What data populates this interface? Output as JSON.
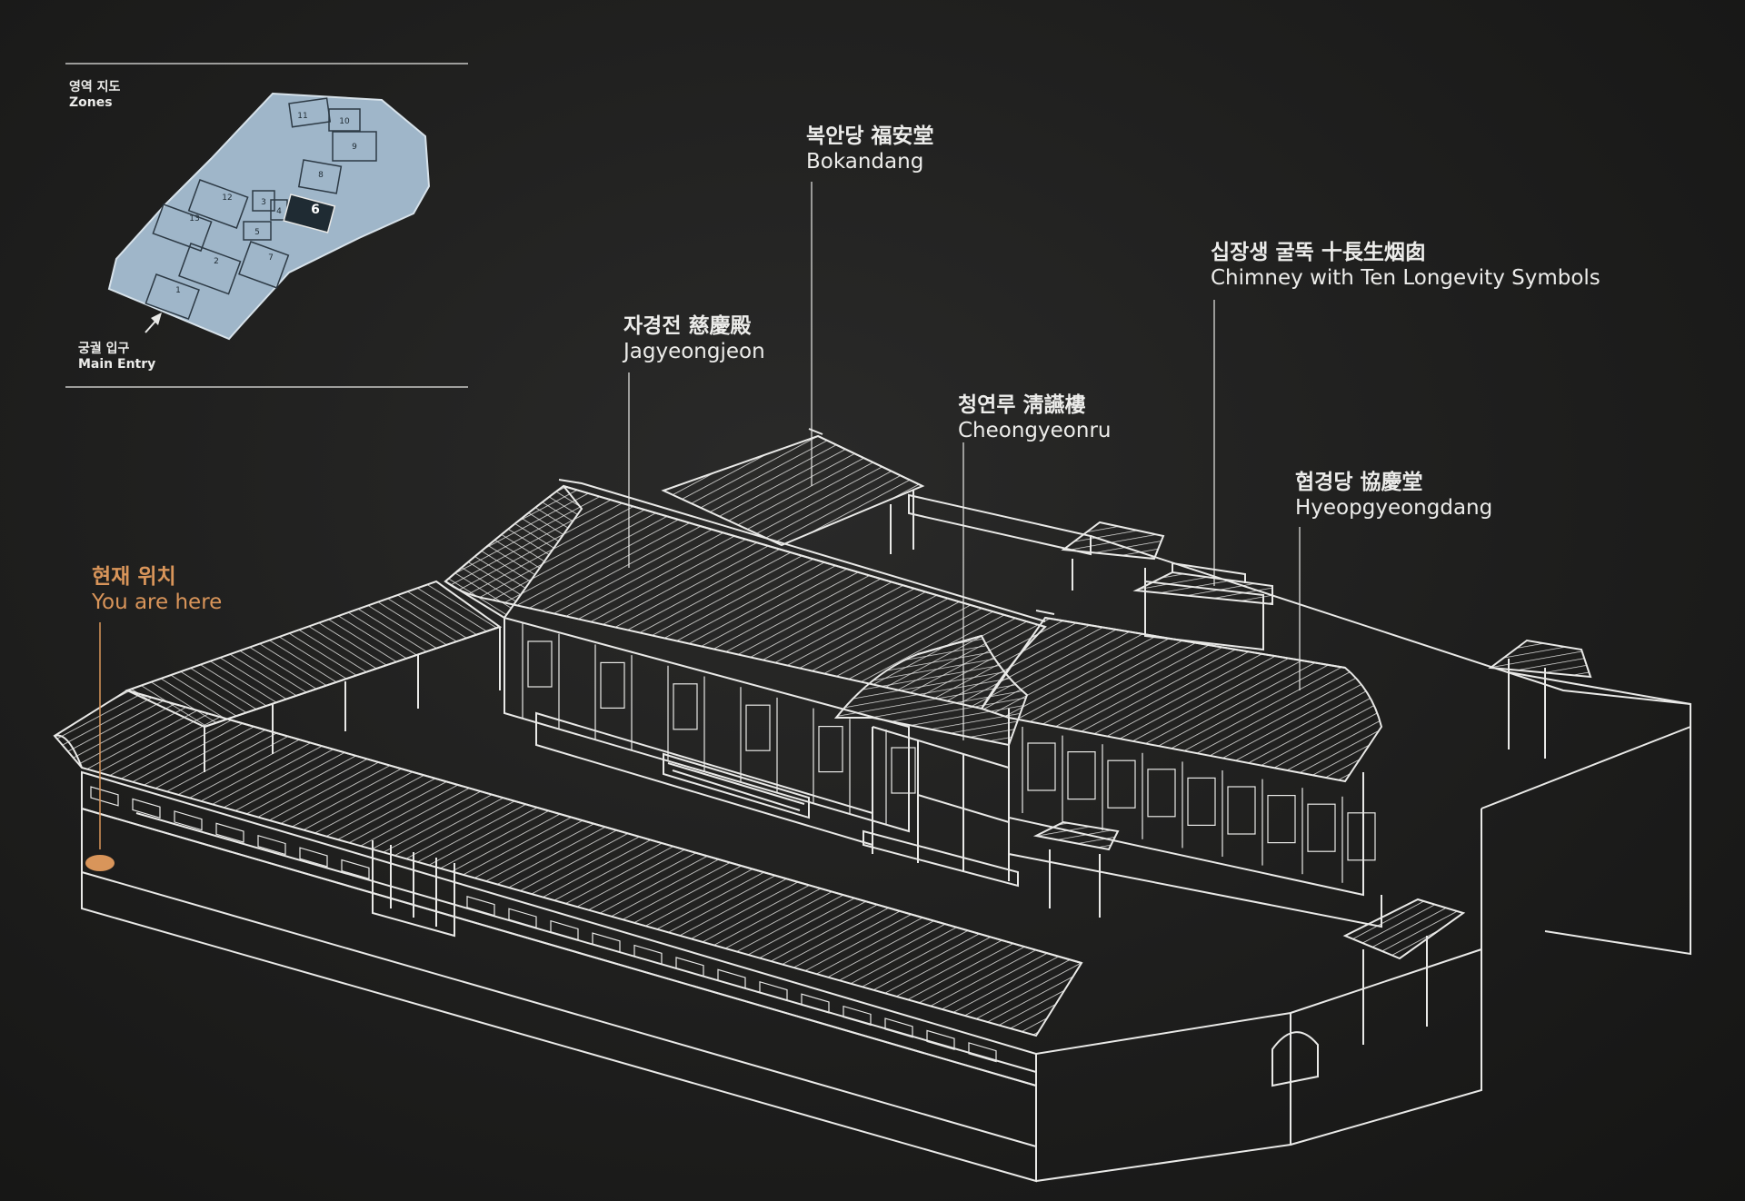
{
  "zones_map": {
    "title_ko": "영역 지도",
    "title_en": "Zones",
    "entry_ko": "궁궐 입구",
    "entry_en": "Main Entry",
    "zone_numbers": [
      "1",
      "2",
      "3",
      "4",
      "5",
      "6",
      "7",
      "8",
      "9",
      "10",
      "11",
      "12",
      "13"
    ],
    "highlight_zone": "6",
    "map_color": "#9fb6c9"
  },
  "labels": {
    "bokandang": {
      "ko": "복안당 福安堂",
      "en": "Bokandang"
    },
    "chimney": {
      "ko": "십장생 굴뚝 十長生烟囱",
      "en": "Chimney with Ten Longevity Symbols"
    },
    "jagyeongjeon": {
      "ko": "자경전 慈慶殿",
      "en": "Jagyeongjeon"
    },
    "cheongyeonru": {
      "ko": "청연루 淸讌樓",
      "en": "Cheongyeonru"
    },
    "hyeopgyeongdang": {
      "ko": "협경당 協慶堂",
      "en": "Hyeopgyeongdang"
    },
    "you_are_here": {
      "ko": "현재 위치",
      "en": "You are here"
    }
  },
  "colors": {
    "background": "#1c1c1b",
    "line": "#e9e9e7",
    "accent": "#d9955a"
  }
}
